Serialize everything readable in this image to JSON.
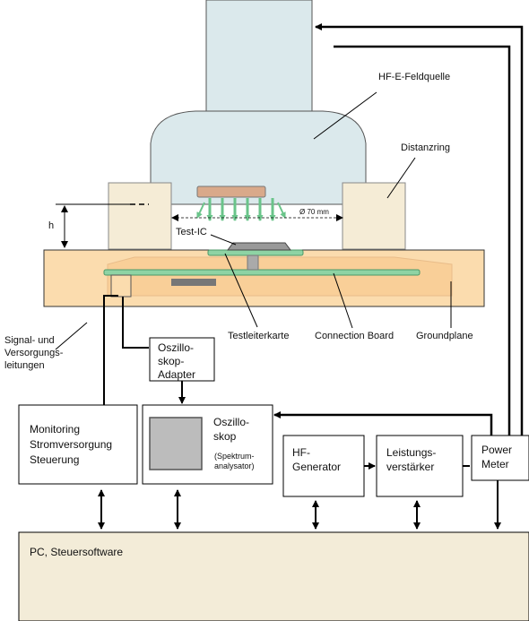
{
  "labels": {
    "source": "HF-E-Feldquelle",
    "ring": "Distanzring",
    "h": "h",
    "dia": "Ø 70 mm",
    "test_ic": "Test-IC",
    "testleiterkarte": "Testleiterkarte",
    "connection_board": "Connection Board",
    "groundplane": "Groundplane",
    "signal": [
      "Signal- und",
      "Versorgungs-",
      "leitungen"
    ]
  },
  "boxes": {
    "adapter": [
      "Oszillo-",
      "skop-",
      "Adapter"
    ],
    "monitoring": [
      "Monitoring",
      "Stromversorgung",
      "Steuerung"
    ],
    "scope": [
      "Oszillo-",
      "skop"
    ],
    "scope_sub": [
      "(Spektrum-",
      "analysator)"
    ],
    "generator": [
      "HF-",
      "Generator"
    ],
    "amplifier": [
      "Leistungs-",
      "verstärker"
    ],
    "meter": [
      "Power",
      "Meter"
    ],
    "pc": "PC, Steuersoftware"
  },
  "colors": {
    "source_fill": "#dbe9ec",
    "ring_fill": "#f5ecd6",
    "board_fill": "#fbdcae",
    "pcb_green": "#8ed3a4",
    "ic_fill": "#999999",
    "probe_fill": "#d9a98a",
    "pc_fill": "#f3ecd8",
    "screen_fill": "#bcbcbc"
  }
}
